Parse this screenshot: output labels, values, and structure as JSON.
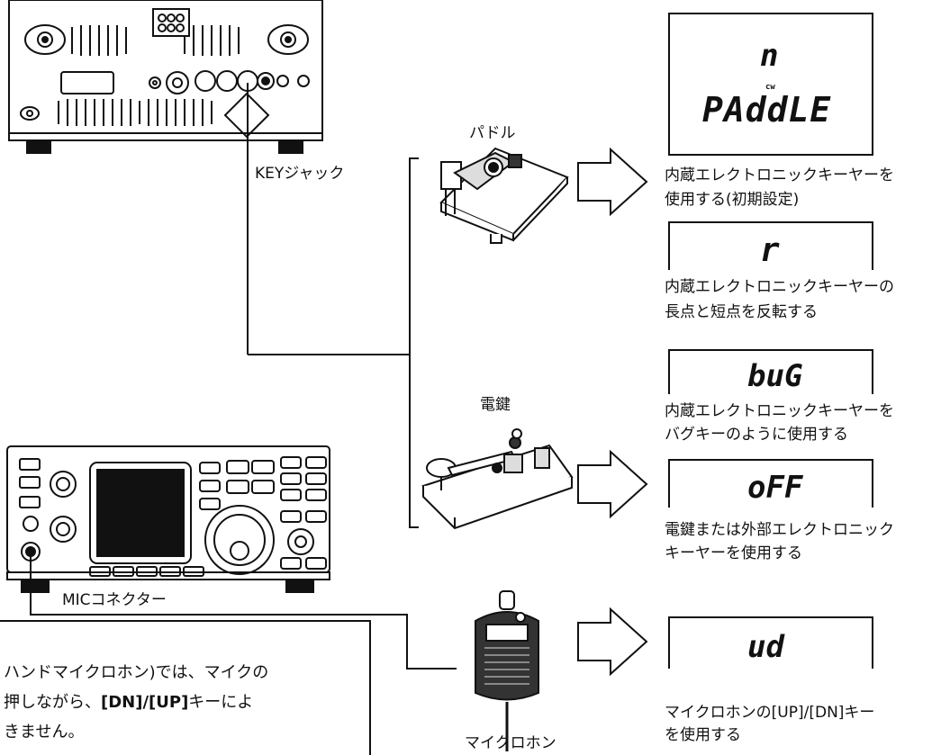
{
  "labels": {
    "key_jack": "KEYジャック",
    "mic_connector": "MICコネクター",
    "paddle": "パドル",
    "straight_key": "電鍵",
    "microphone": "マイクロホン"
  },
  "displays": [
    {
      "top": "n",
      "cw": "cw",
      "main": "PAddLE",
      "desc1": "内蔵エレクトロニックキーヤーを",
      "desc2": "使用する(初期設定)"
    },
    {
      "main": "r",
      "desc1": "内蔵エレクトロニックキーヤーの",
      "desc2": "長点と短点を反転する"
    },
    {
      "main": "buG",
      "desc1": "内蔵エレクトロニックキーヤーを",
      "desc2": "バグキーのように使用する"
    },
    {
      "main": "oFF",
      "desc1": "電鍵または外部エレクトロニック",
      "desc2": "キーヤーを使用する"
    },
    {
      "main": "ud",
      "desc1": "マイクロホンの[UP]/[DN]キー",
      "desc2": "を使用する"
    }
  ],
  "note": {
    "line1": "ハンドマイクロホン)では、マイクの",
    "line2_a": "押しながら、",
    "line2_b": "[DN]/[UP]",
    "line2_c": "キーによ",
    "line3": "きません。"
  }
}
